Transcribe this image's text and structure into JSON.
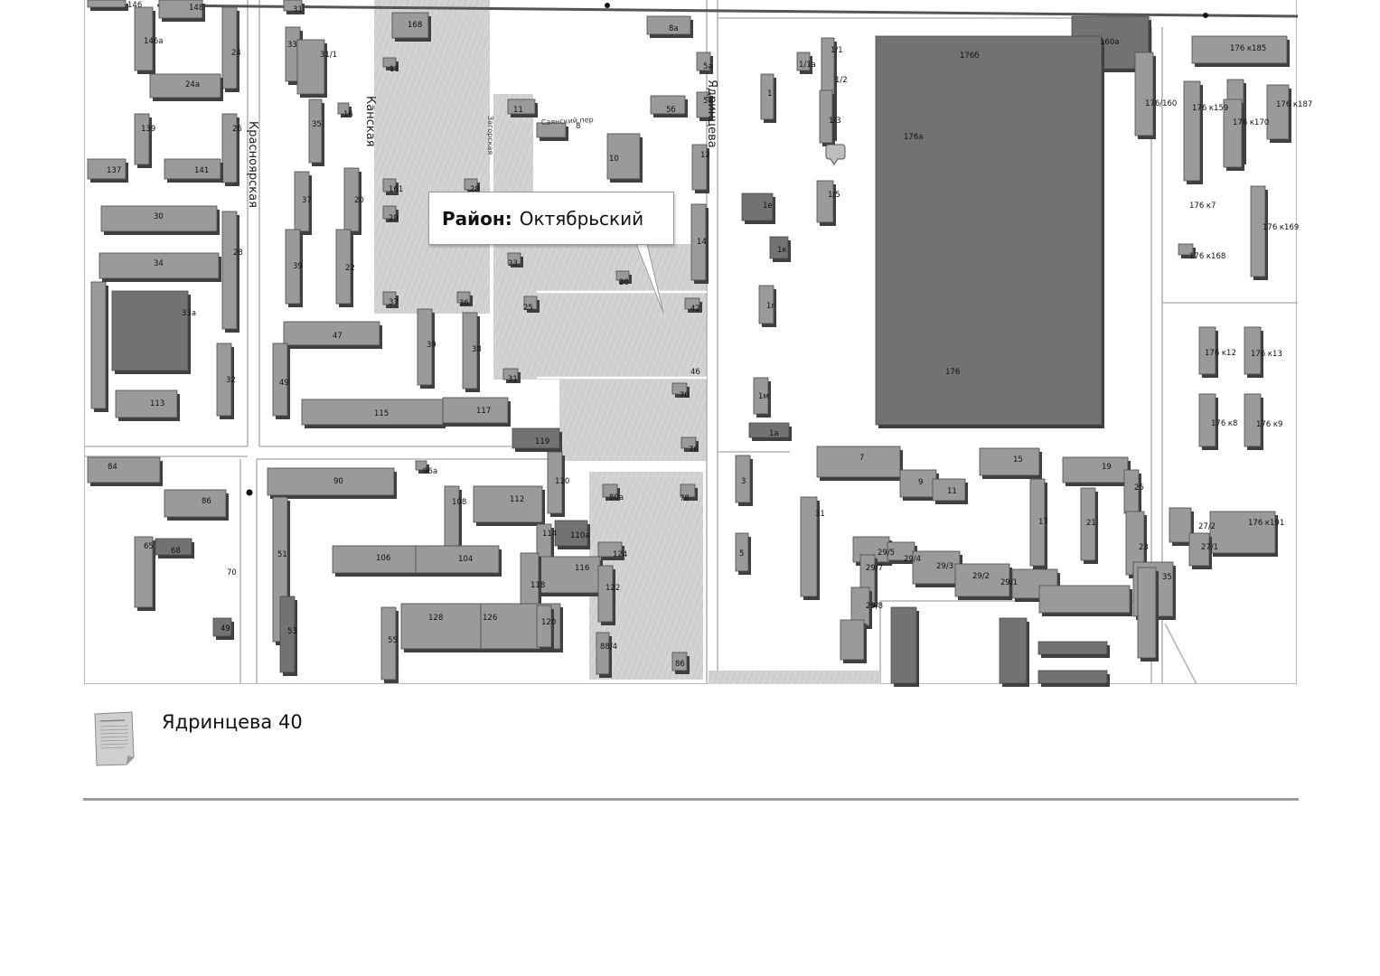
{
  "map": {
    "streets": [
      {
        "name": "Красноярская"
      },
      {
        "name": "Канская"
      },
      {
        "name": "Ядринцева"
      },
      {
        "name": "Загорская"
      },
      {
        "name": "Саянский пер"
      }
    ],
    "buildings": [
      "146",
      "148",
      "31",
      "168",
      "8а",
      "160а",
      "146а",
      "24",
      "33",
      "31/1",
      "11",
      "5а",
      "1/1",
      "176б",
      "1/1а",
      "176 к185",
      "24а",
      "1/2",
      "176/160",
      "176 к159",
      "176 к187",
      "1",
      "139",
      "26",
      "16",
      "35",
      "11",
      "5в",
      "5б",
      "176 к170",
      "1/3",
      "176а",
      "12",
      "8",
      "10",
      "137",
      "141",
      "37",
      "20",
      "161",
      "28",
      "1/5",
      "1е",
      "176 к7",
      "176 к169",
      "30",
      "29",
      "14",
      "1к",
      "176 к168",
      "28",
      "39",
      "22",
      "23",
      "20",
      "34",
      "1г",
      "37",
      "36",
      "25",
      "42",
      "33а",
      "47",
      "38",
      "39",
      "176",
      "176 к12",
      "176 к13",
      "49",
      "31",
      "46",
      "32",
      "113",
      "1м",
      "70",
      "115",
      "117",
      "1а",
      "176 к8",
      "176 к9",
      "119",
      "76",
      "84",
      "90",
      "96а",
      "110",
      "7",
      "15",
      "19",
      "3",
      "9",
      "11",
      "86",
      "108",
      "112",
      "80а",
      "78",
      "25",
      "31",
      "27/2",
      "176 к191",
      "114",
      "110а",
      "17",
      "21",
      "65",
      "68",
      "106",
      "104",
      "124",
      "23",
      "27/1",
      "51",
      "5",
      "29/5",
      "29/4",
      "29/3",
      "70",
      "116",
      "29/7",
      "35",
      "29/2",
      "29/1",
      "118",
      "122",
      "29/8",
      "128",
      "126",
      "53",
      "120",
      "49",
      "55",
      "88/4",
      "86"
    ]
  },
  "popup": {
    "key": "Район:",
    "value": "Октябрьский"
  },
  "caption": {
    "address": "Ядринцева 40"
  },
  "colors": {
    "building_top_light": "#c2c2c2",
    "building_top_medium": "#9a9a9a",
    "building_top_dark": "#727272",
    "building_side": "#3f3f3f",
    "yard_fill": "#d2d2d2",
    "road_line": "#b5b5b5",
    "map_background": "#ffffff"
  },
  "icons": {
    "note": "note-paper-icon",
    "pin": "map-pin-icon"
  }
}
